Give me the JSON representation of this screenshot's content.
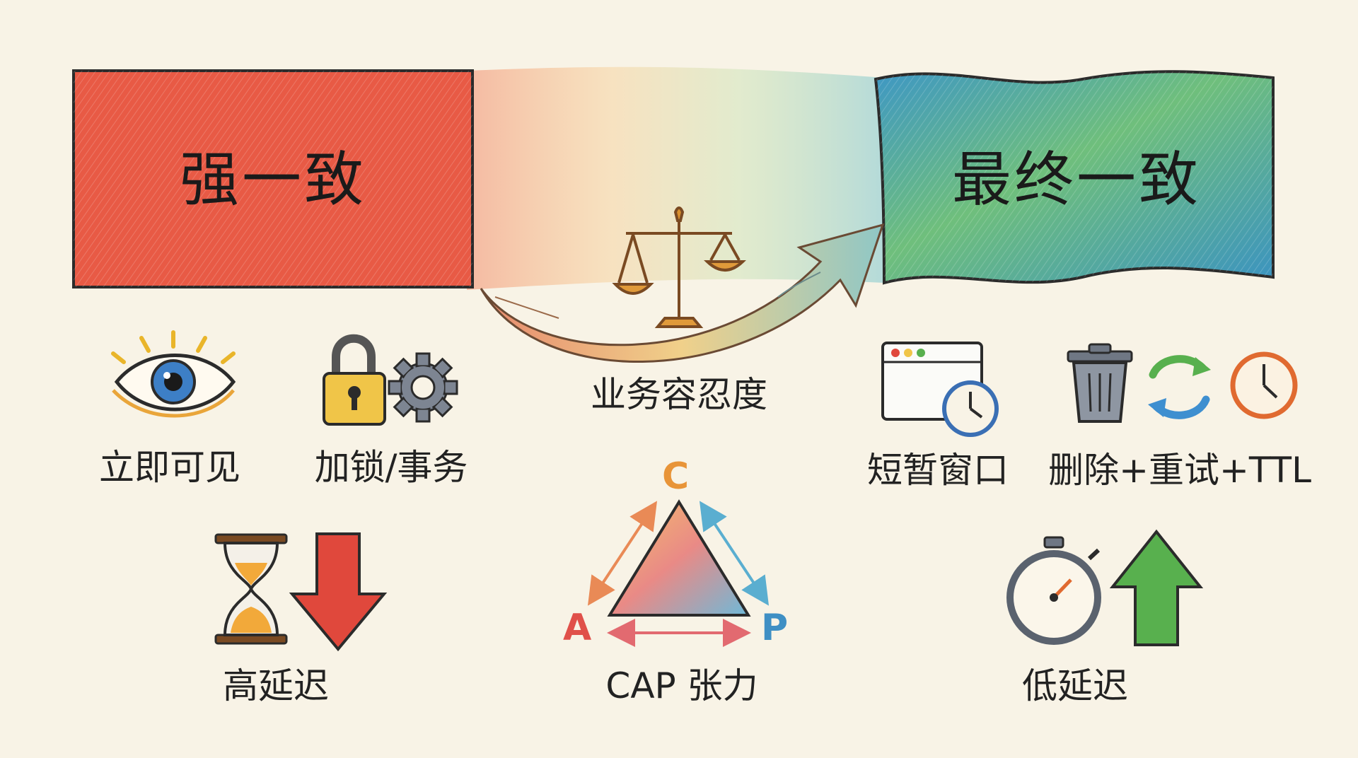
{
  "left_block": {
    "title": "强一致"
  },
  "right_block": {
    "title": "最终一致"
  },
  "center": {
    "tolerance_label": "业务容忍度"
  },
  "strong_features": [
    {
      "label": "立即可见",
      "icon": "eye-icon"
    },
    {
      "label": "加锁/事务",
      "icon": "lock-gear-icon"
    }
  ],
  "strong_cost": {
    "label": "高延迟",
    "icon": "hourglass-down-arrow-icon"
  },
  "eventual_features": [
    {
      "label": "短暂窗口",
      "icon": "window-clock-icon"
    },
    {
      "label": "删除+重试+TTL",
      "icon": "trash-refresh-clock-icon"
    }
  ],
  "eventual_benefit": {
    "label": "低延迟",
    "icon": "stopwatch-up-arrow-icon"
  },
  "cap": {
    "label": "CAP 张力",
    "c": "C",
    "a": "A",
    "p": "P"
  },
  "colors": {
    "strong": "#e85a45",
    "eventual_blue": "#4aa3c9",
    "eventual_green": "#6cbf6a",
    "down_arrow": "#e0483c",
    "up_arrow": "#58b04e",
    "background": "#f8f3e6"
  }
}
